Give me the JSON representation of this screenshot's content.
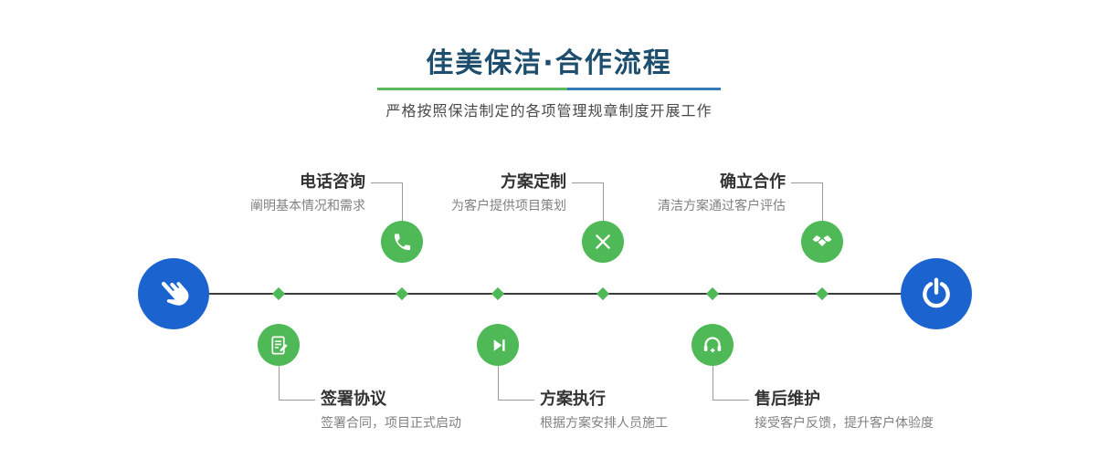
{
  "header": {
    "title": "佳美保洁·合作流程",
    "subtitle": "严格按照保洁制定的各项管理规章制度开展工作"
  },
  "colors": {
    "title_navy": "#1d4e6e",
    "divider_green": "#5cb85c",
    "divider_blue": "#337ab7",
    "node_green": "#4eb956",
    "endpoint_blue": "#1b64cf",
    "line_dark": "#3c3c3c"
  },
  "endpoints": {
    "start_icon": "pointer-hand-icon",
    "end_icon": "power-icon"
  },
  "steps_above": [
    {
      "label": "电话咨询",
      "desc": "阐明基本情况和需求",
      "icon": "phone-icon"
    },
    {
      "label": "方案定制",
      "desc": "为客户提供项目策划",
      "icon": "design-icon"
    },
    {
      "label": "确立合作",
      "desc": "清洁方案通过客户评估",
      "icon": "handshake-icon"
    }
  ],
  "steps_below": [
    {
      "label": "签署协议",
      "desc": "签署合同，项目正式启动",
      "icon": "contract-icon"
    },
    {
      "label": "方案执行",
      "desc": "根据方案安排人员施工",
      "icon": "execute-icon"
    },
    {
      "label": "售后维护",
      "desc": "接受客户反馈，提升客户体验度",
      "icon": "support-icon"
    }
  ]
}
